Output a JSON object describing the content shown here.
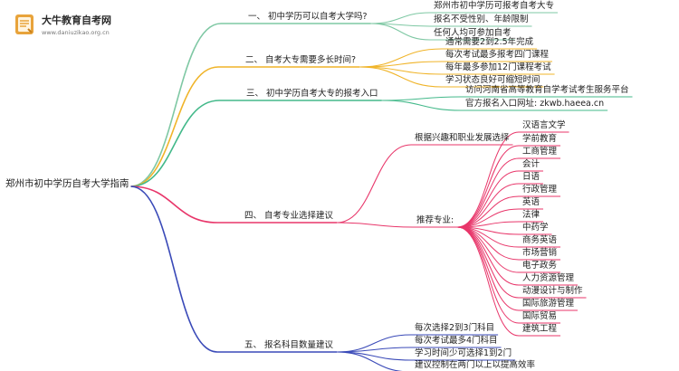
{
  "brand": {
    "name": "大牛教育自考网",
    "url": "www.daniuzikao.org.cn",
    "accent": "#e8a33b"
  },
  "mindmap": {
    "root": "郑州市初中学历自考大学指南",
    "branches": [
      {
        "label": "一、 初中学历可以自考大学吗?",
        "color": "#7fc8a4",
        "children": [
          {
            "label": "郑州市初中学历可报考自考大专"
          },
          {
            "label": "报名不受性别、年龄限制"
          },
          {
            "label": "任何人均可参加自考"
          }
        ]
      },
      {
        "label": "二、 自考大专需要多长时间?",
        "color": "#f0b429",
        "children": [
          {
            "label": "通常需要2到2.5年完成"
          },
          {
            "label": "每次考试最多报考四门课程"
          },
          {
            "label": "每年最多参加12门课程考试"
          },
          {
            "label": "学习状态良好可缩短时间"
          }
        ]
      },
      {
        "label": "三、 初中学历自考大专的报考入口",
        "color": "#43b98a",
        "children": [
          {
            "label": "访问河南省高等教育自学考试考生服务平台"
          },
          {
            "label": "官方报名入口网址: zkwb.haeea.cn"
          }
        ]
      },
      {
        "label": "四、 自考专业选择建议",
        "color": "#e8366a",
        "children": [
          {
            "label": "根据兴趣和职业发展选择"
          },
          {
            "label": "推荐专业:",
            "children": [
              {
                "label": "汉语言文学"
              },
              {
                "label": "学前教育"
              },
              {
                "label": "工商管理"
              },
              {
                "label": "会计"
              },
              {
                "label": "日语"
              },
              {
                "label": "行政管理"
              },
              {
                "label": "英语"
              },
              {
                "label": "法律"
              },
              {
                "label": "中药学"
              },
              {
                "label": "商务英语"
              },
              {
                "label": "市场营销"
              },
              {
                "label": "电子政务"
              },
              {
                "label": "人力资源管理"
              },
              {
                "label": "动漫设计与制作"
              },
              {
                "label": "国际旅游管理"
              },
              {
                "label": "国际贸易"
              },
              {
                "label": "建筑工程"
              }
            ]
          }
        ]
      },
      {
        "label": "五、 报名科目数量建议",
        "color": "#3a4ab8",
        "children": [
          {
            "label": "每次选择2到3门科目"
          },
          {
            "label": "每次考试最多4门科目"
          },
          {
            "label": "学习时间少可选择1到2门"
          },
          {
            "label": "建议控制在两门以上以提高效率"
          }
        ]
      }
    ]
  }
}
